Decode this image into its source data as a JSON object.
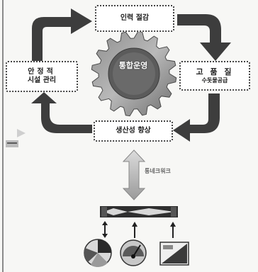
{
  "center_label": "통합운영",
  "boxes": {
    "top": "인력 절감",
    "right_line1": "고 품 질",
    "right_line2": "수돗물공급",
    "left_line1": "안정적",
    "left_line2": "시설 관리",
    "bottom": "생산성 향상"
  },
  "vertical_label": "통네크워크",
  "icons": {
    "gear": "gear-icon",
    "pie_chart": "pie-chart-icon",
    "gauge": "gauge-icon",
    "dashboard": "dashboard-icon"
  }
}
